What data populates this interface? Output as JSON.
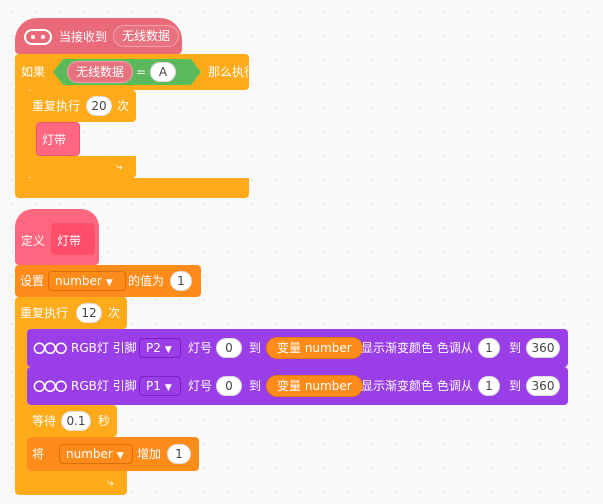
{
  "event_block": {
    "label": "当接收到",
    "message": "无线数据"
  },
  "if_block": {
    "label_if": "如果",
    "left": "无线数据",
    "op": "=",
    "right": "A",
    "label_then": "那么执行"
  },
  "repeat1": {
    "label": "重复执行",
    "count": "20",
    "suffix": "次"
  },
  "call1": {
    "label": "灯带"
  },
  "define_block": {
    "label": "定义",
    "name": "灯带"
  },
  "set_block": {
    "label": "设置",
    "var": "number",
    "mid": "的值为",
    "value": "1"
  },
  "repeat2": {
    "label": "重复执行",
    "count": "12",
    "suffix": "次"
  },
  "rgb_rows": [
    {
      "label": "RGB灯 引脚",
      "pin": "P2",
      "lamp_label": "灯号",
      "lamp": "0",
      "to1": "到",
      "var": "变量 number",
      "effect": "显示渐变颜色 色调从",
      "from": "1",
      "to2": "到",
      "end": "360"
    },
    {
      "label": "RGB灯 引脚",
      "pin": "P1",
      "lamp_label": "灯号",
      "lamp": "0",
      "to1": "到",
      "var": "变量 number",
      "effect": "显示渐变颜色 色调从",
      "from": "1",
      "to2": "到",
      "end": "360"
    }
  ],
  "wait_block": {
    "label": "等待",
    "value": "0.1",
    "unit": "秒"
  },
  "change_block": {
    "label": "将",
    "var": "number",
    "mid": "增加",
    "value": "1"
  },
  "colors": {
    "event": "#e96b7a",
    "control": "#ffab19",
    "myblock": "#ff6680",
    "rgb": "#9a3ee8",
    "variable": "#ff8c1a"
  }
}
